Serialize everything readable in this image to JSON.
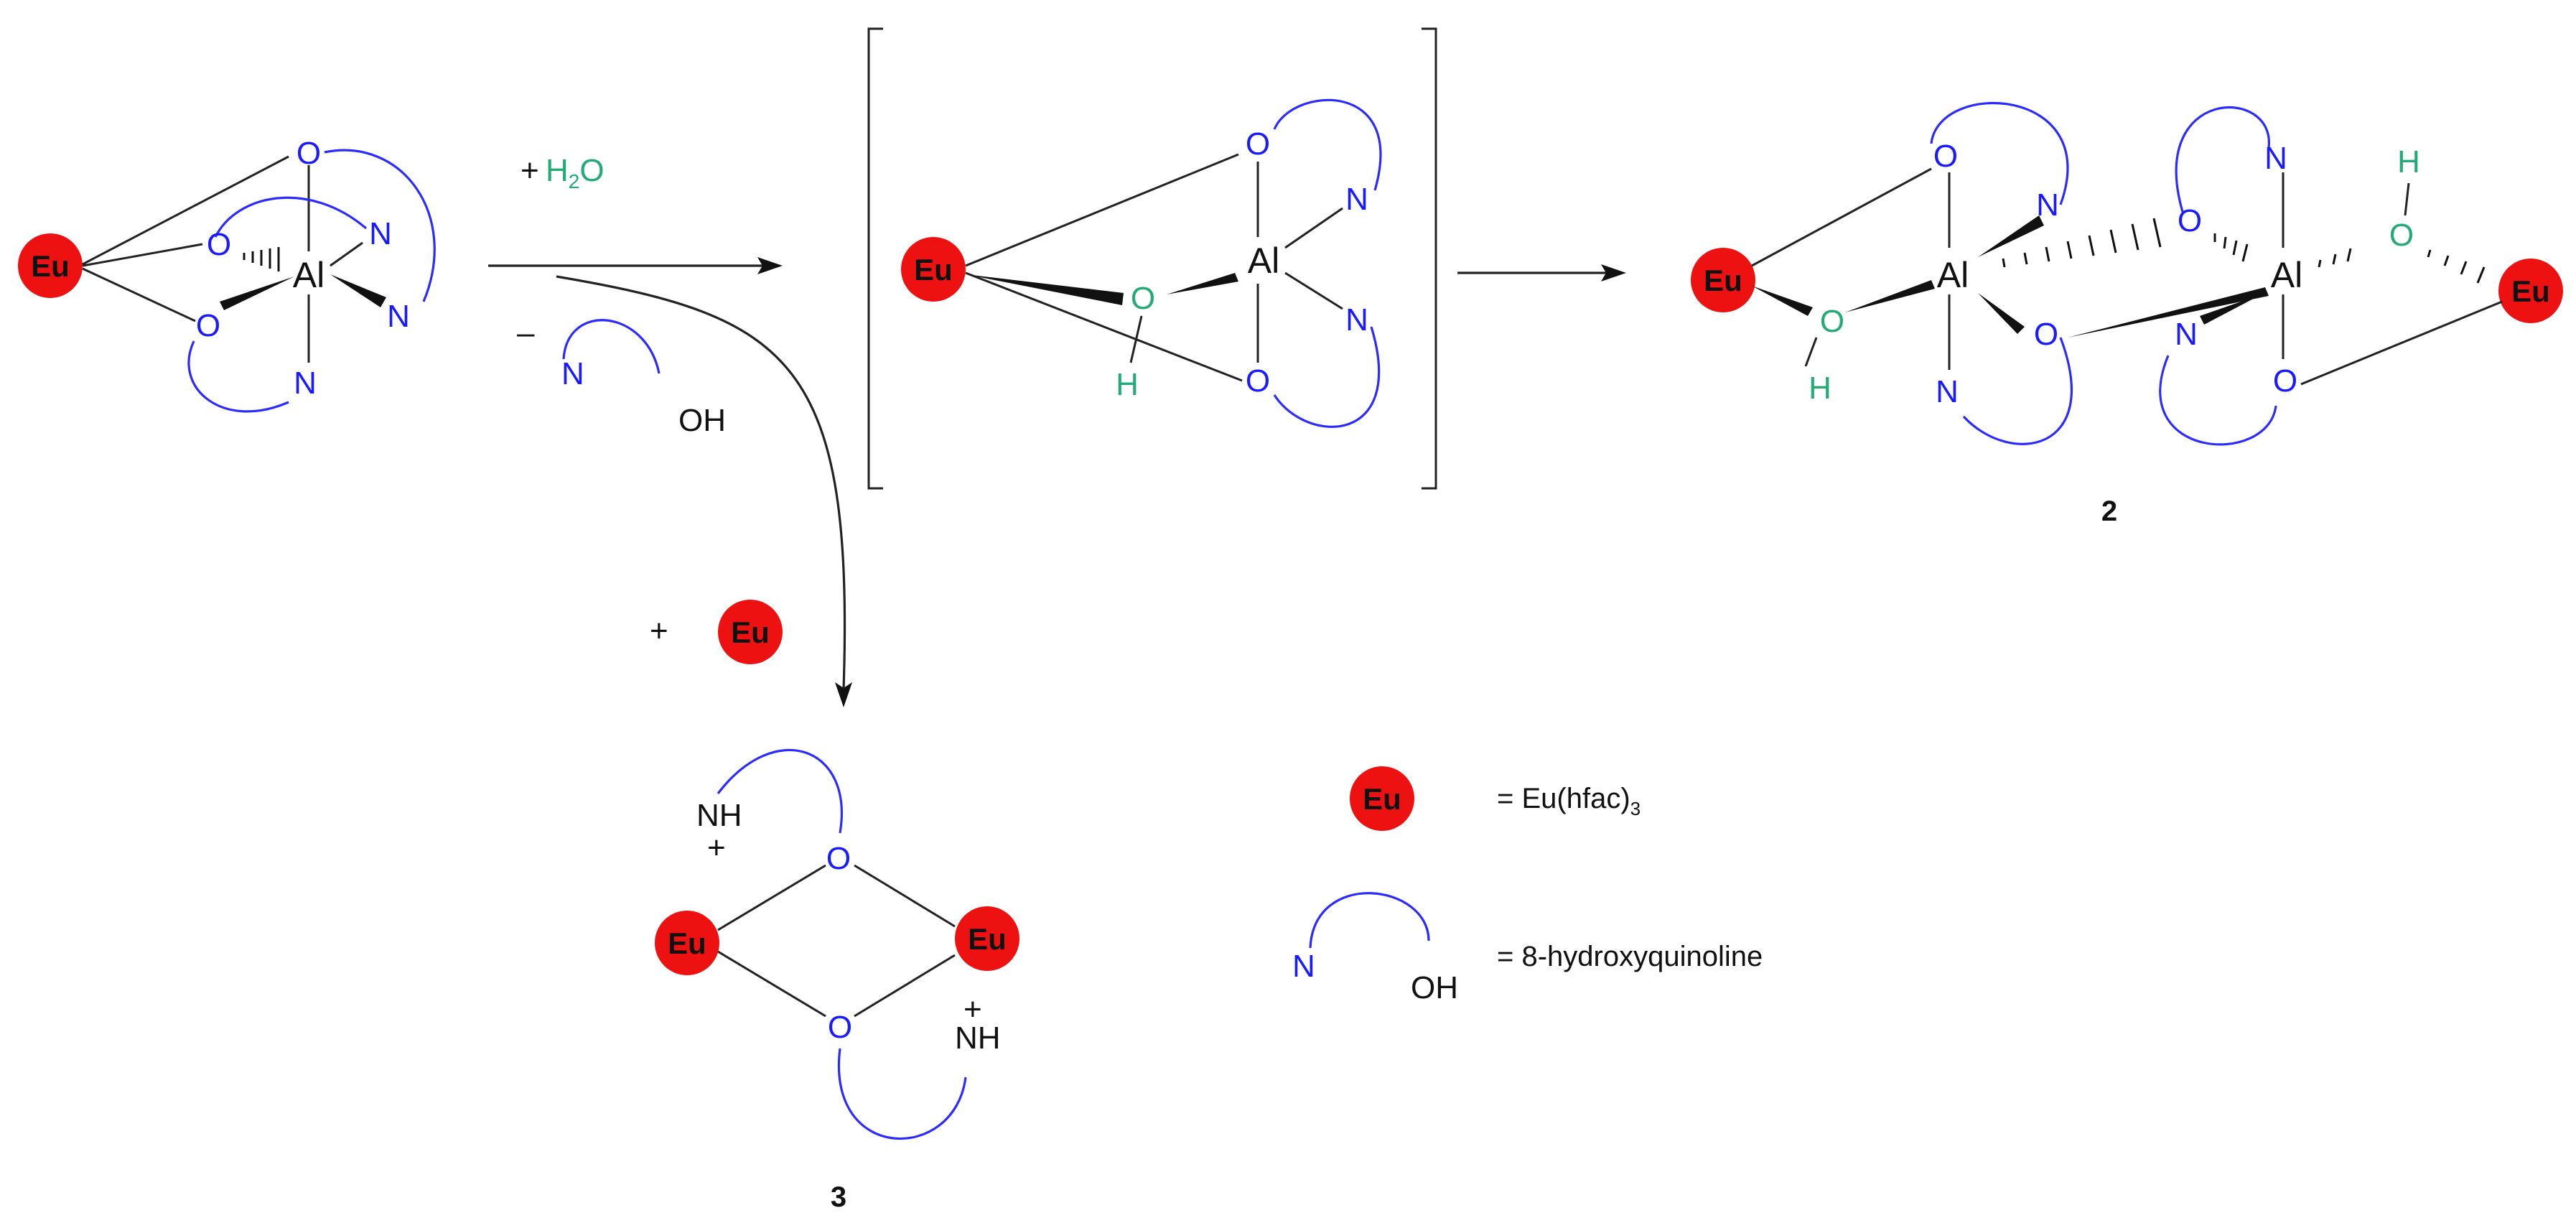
{
  "atoms": {
    "eu": "Eu",
    "al": "Al",
    "o": "O",
    "n": "N",
    "h": "H",
    "nh": "NH",
    "oh": "OH"
  },
  "reagents": {
    "plus": "+",
    "water": "H",
    "water_sub": "2",
    "water_o": "O",
    "minus": "–"
  },
  "compounds": {
    "product_2": "2",
    "product_3": "3"
  },
  "charges": {
    "plus": "+"
  },
  "legend": {
    "eu_def": "= Eu(hfac)",
    "eu_def_sub": "3",
    "hq_def": "= 8-hydroxyquinoline"
  },
  "colors": {
    "eu_ball": "#ee1111",
    "ligand": "#2b2bff",
    "hydroxo": "#22aa77"
  }
}
